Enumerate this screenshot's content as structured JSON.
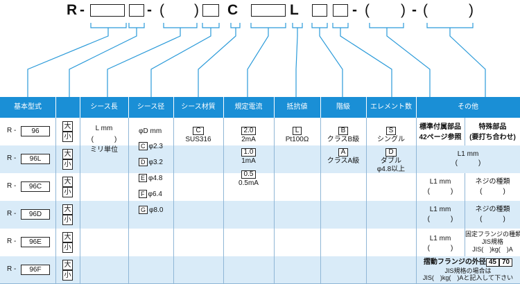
{
  "code": {
    "r": "R",
    "dash": "-",
    "paren_open": "(",
    "paren_close": ")",
    "c": "C",
    "l": "L"
  },
  "headers": [
    "基本型式",
    "シース長",
    "シース径",
    "シース材質",
    "規定電流",
    "抵抗値",
    "階級",
    "エレメント数",
    "その他"
  ],
  "rows": [
    {
      "prefix": "R -",
      "model": "96",
      "large": "大",
      "small": "小"
    },
    {
      "prefix": "R -",
      "model": "96L",
      "large": "大",
      "small": "小"
    },
    {
      "prefix": "R -",
      "model": "96C",
      "large": "大",
      "small": "小"
    },
    {
      "prefix": "R -",
      "model": "96D",
      "large": "大",
      "small": "小"
    },
    {
      "prefix": "R -",
      "model": "96E",
      "large": "大",
      "small": "小"
    },
    {
      "prefix": "R -",
      "model": "96F",
      "large": "大",
      "small": "小"
    }
  ],
  "sheath_length": {
    "line1": "L mm",
    "line2": "(　　　)",
    "line3": "ミリ単位"
  },
  "sheath_dia": {
    "head": "φD mm",
    "options": [
      {
        "code": "C",
        "value": "φ2.3"
      },
      {
        "code": "D",
        "value": "φ3.2"
      },
      {
        "code": "E",
        "value": "φ4.8"
      },
      {
        "code": "F",
        "value": "φ6.4"
      },
      {
        "code": "G",
        "value": "φ8.0"
      }
    ]
  },
  "material": {
    "code": "C",
    "value": "SUS316"
  },
  "current": [
    {
      "code": "2.0",
      "value": "2mA"
    },
    {
      "code": "1.0",
      "value": "1mA"
    },
    {
      "code": "0.5",
      "value": "0.5mA"
    }
  ],
  "resistance": {
    "code": "L",
    "value": "Pt100Ω"
  },
  "grade": [
    {
      "code": "B",
      "value": "クラスB級"
    },
    {
      "code": "A",
      "value": "クラスA級"
    }
  ],
  "elements": [
    {
      "code": "S",
      "value": "シングル"
    },
    {
      "code": "D",
      "value": "ダブル",
      "note": "φ4.8以上"
    }
  ],
  "other": {
    "r1_left1": "標準付属部品",
    "r1_left2": "42ページ参照",
    "r1_right1": "特殊部品",
    "r1_right2": "(要打ち合わせ)",
    "l1mm": "L1 mm",
    "paren": "(　　　)",
    "screw": "ネジの種類",
    "flange_type": "固定フランジの種類",
    "jis": "JIS規格",
    "jis_fill": "JIS(　)kg(　)A",
    "swing_title": "摺動フランジの外径",
    "swing_opt1": "45",
    "swing_opt2": "70",
    "swing_jis": "JIS規格の場合は",
    "swing_fill": "JIS(　)kg(　)Aと記入して下さい"
  }
}
